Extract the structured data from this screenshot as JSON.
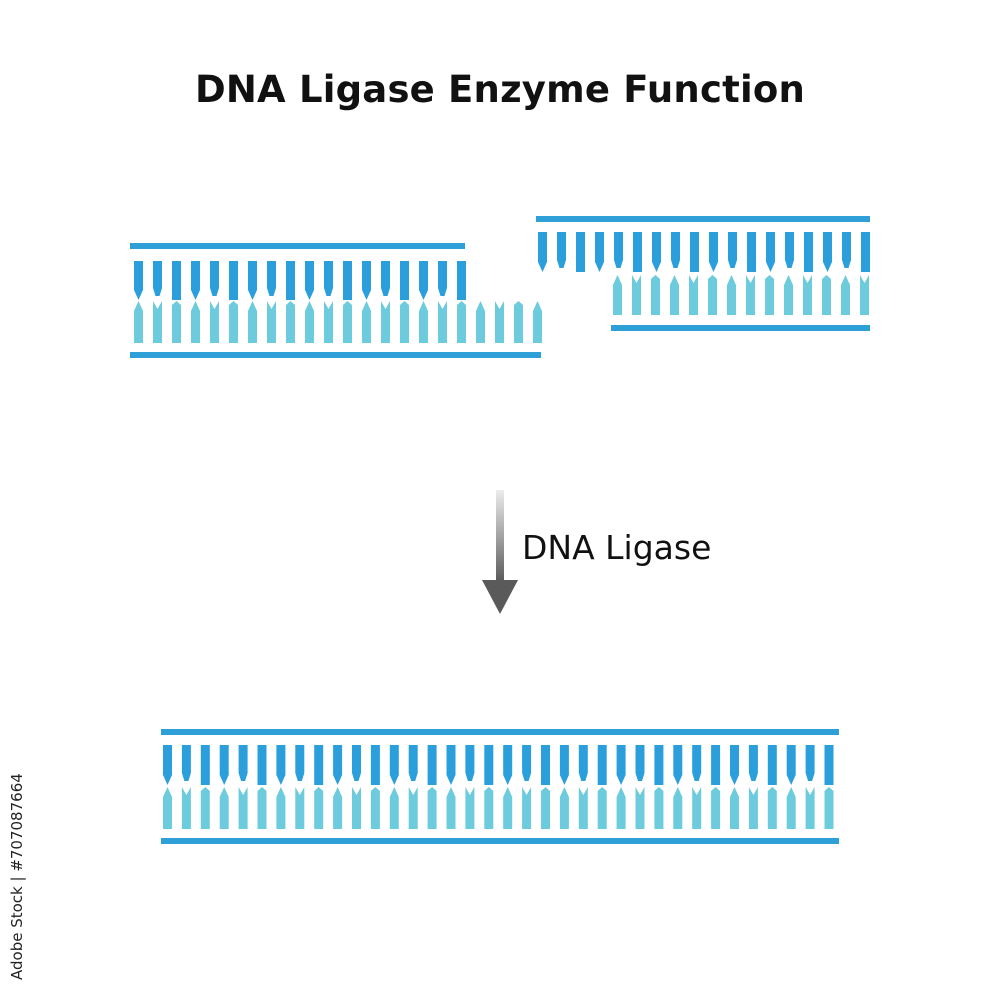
{
  "title": "DNA Ligase Enzyme Function",
  "arrow_label": "DNA Ligase",
  "stock_id": "Adobe Stock | #707087664",
  "colors": {
    "backbone": "#2f9fd8",
    "strand_top": "#2a9fdc",
    "strand_bottom": "#6ccbdc",
    "arrow_top": "#ececec",
    "arrow_bottom": "#5a5a5a"
  }
}
